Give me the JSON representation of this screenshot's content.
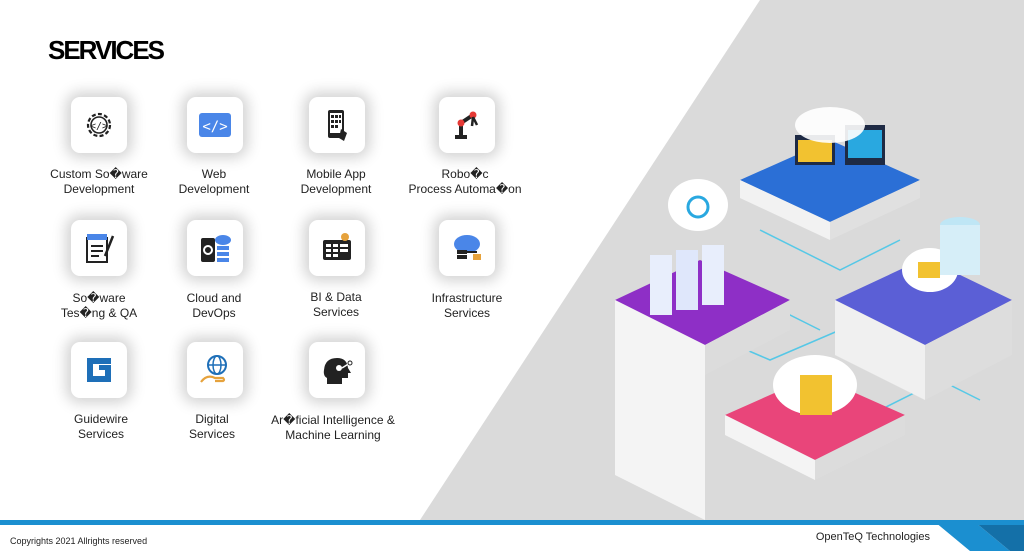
{
  "title": "SERVICES",
  "services": [
    {
      "icon": "gear-code-icon",
      "line1": "Custom So�ware",
      "line2": "Development"
    },
    {
      "icon": "code-brackets-icon",
      "line1": "Web",
      "line2": "Development"
    },
    {
      "icon": "mobile-phone-icon",
      "line1": "Mobile App",
      "line2": "Development"
    },
    {
      "icon": "robot-arm-icon",
      "line1": "Robo�c",
      "line2": "Process Automa�on"
    },
    {
      "icon": "software-testing-icon",
      "line1": "So�ware",
      "line2": "Tes�ng & QA"
    },
    {
      "icon": "cloud-devops-icon",
      "line1": "Cloud and",
      "line2": "DevOps"
    },
    {
      "icon": "bi-data-icon",
      "line1": "BI & Data",
      "line2": "Services"
    },
    {
      "icon": "infrastructure-cloud-icon",
      "line1": "Infrastructure",
      "line2": "Services"
    },
    {
      "icon": "guidewire-logo-icon",
      "line1": "Guidewire",
      "line2": "Services"
    },
    {
      "icon": "globe-hand-icon",
      "line1": "Digital",
      "line2": "Services"
    },
    {
      "icon": "ai-head-icon",
      "line1": "Ar�ficial Intelligence &",
      "line2": "Machine Learning"
    }
  ],
  "footer": {
    "copyright": "Copyrights 2021 Allrights reserved",
    "company": "OpenTeQ Technologies"
  },
  "colors": {
    "accent_blue": "#1b8fd0",
    "icon_blue": "#4a86e8",
    "diagonal_gray": "#dcdcdc"
  }
}
